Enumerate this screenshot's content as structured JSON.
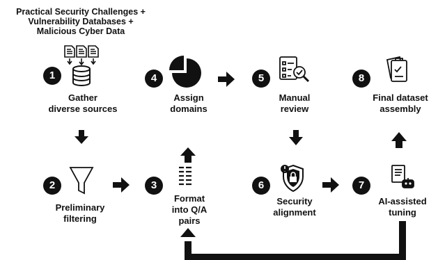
{
  "sources": {
    "lines": [
      "Practical Security Challenges +",
      "Vulnerability Databases +",
      "Malicious Cyber Data"
    ]
  },
  "steps": [
    {
      "number": "1",
      "label_lines": [
        "Gather",
        "diverse sources"
      ],
      "icon": "database-icon"
    },
    {
      "number": "2",
      "label_lines": [
        "Preliminary",
        "filtering"
      ],
      "icon": "funnel-icon"
    },
    {
      "number": "3",
      "label_lines": [
        "Format",
        "into Q/A",
        "pairs"
      ],
      "icon": "list-format-icon"
    },
    {
      "number": "4",
      "label_lines": [
        "Assign",
        "domains"
      ],
      "icon": "pie-chart-icon"
    },
    {
      "number": "5",
      "label_lines": [
        "Manual",
        "review"
      ],
      "icon": "checklist-magnifier-icon"
    },
    {
      "number": "6",
      "label_lines": [
        "Security",
        "alignment"
      ],
      "icon": "shield-lock-icon"
    },
    {
      "number": "7",
      "label_lines": [
        "AI-assisted",
        "tuning"
      ],
      "icon": "document-robot-icon"
    },
    {
      "number": "8",
      "label_lines": [
        "Final dataset",
        "assembly"
      ],
      "icon": "clipboard-check-icon"
    }
  ],
  "colors": {
    "ink": "#111111",
    "background": "#ffffff"
  }
}
